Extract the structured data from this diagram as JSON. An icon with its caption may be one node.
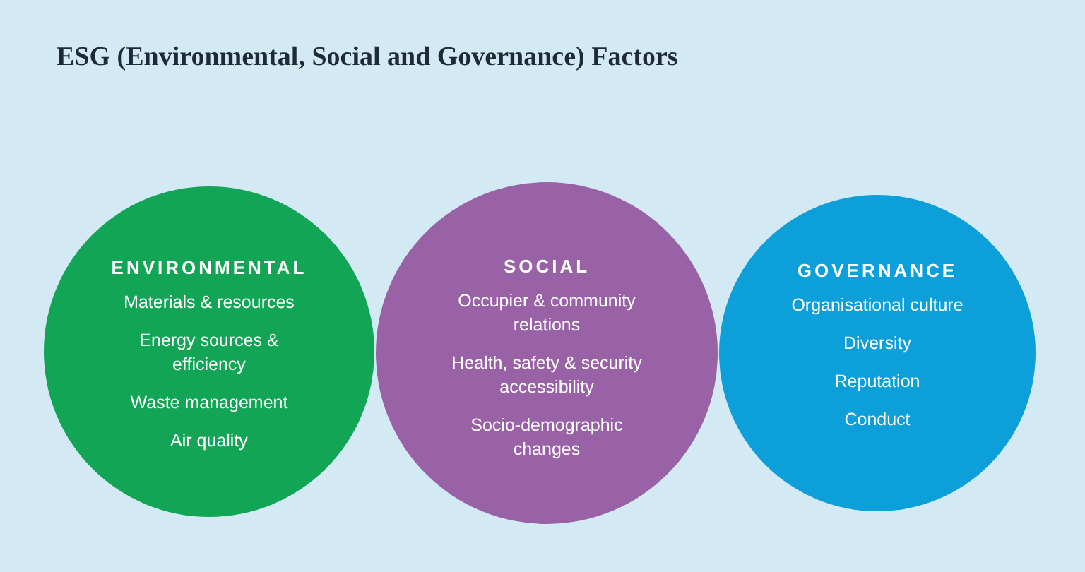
{
  "diagram": {
    "title": "ESG (Environmental, Social and Governance) Factors",
    "nodes": [
      {
        "text": [
          "ENVIRONMENTAL",
          "Materials & resources",
          "Energy sources & efficiency",
          "Waste management",
          "Air quality"
        ]
      },
      {
        "text": [
          "SOCIAL",
          "Occupier & community relations",
          "Health, safety & security accessibility",
          "Socio-demographic changes"
        ]
      },
      {
        "text": [
          "GOVERNANCE",
          "Organisational culture",
          "Diversity",
          "Reputation",
          "Conduct"
        ]
      }
    ]
  }
}
